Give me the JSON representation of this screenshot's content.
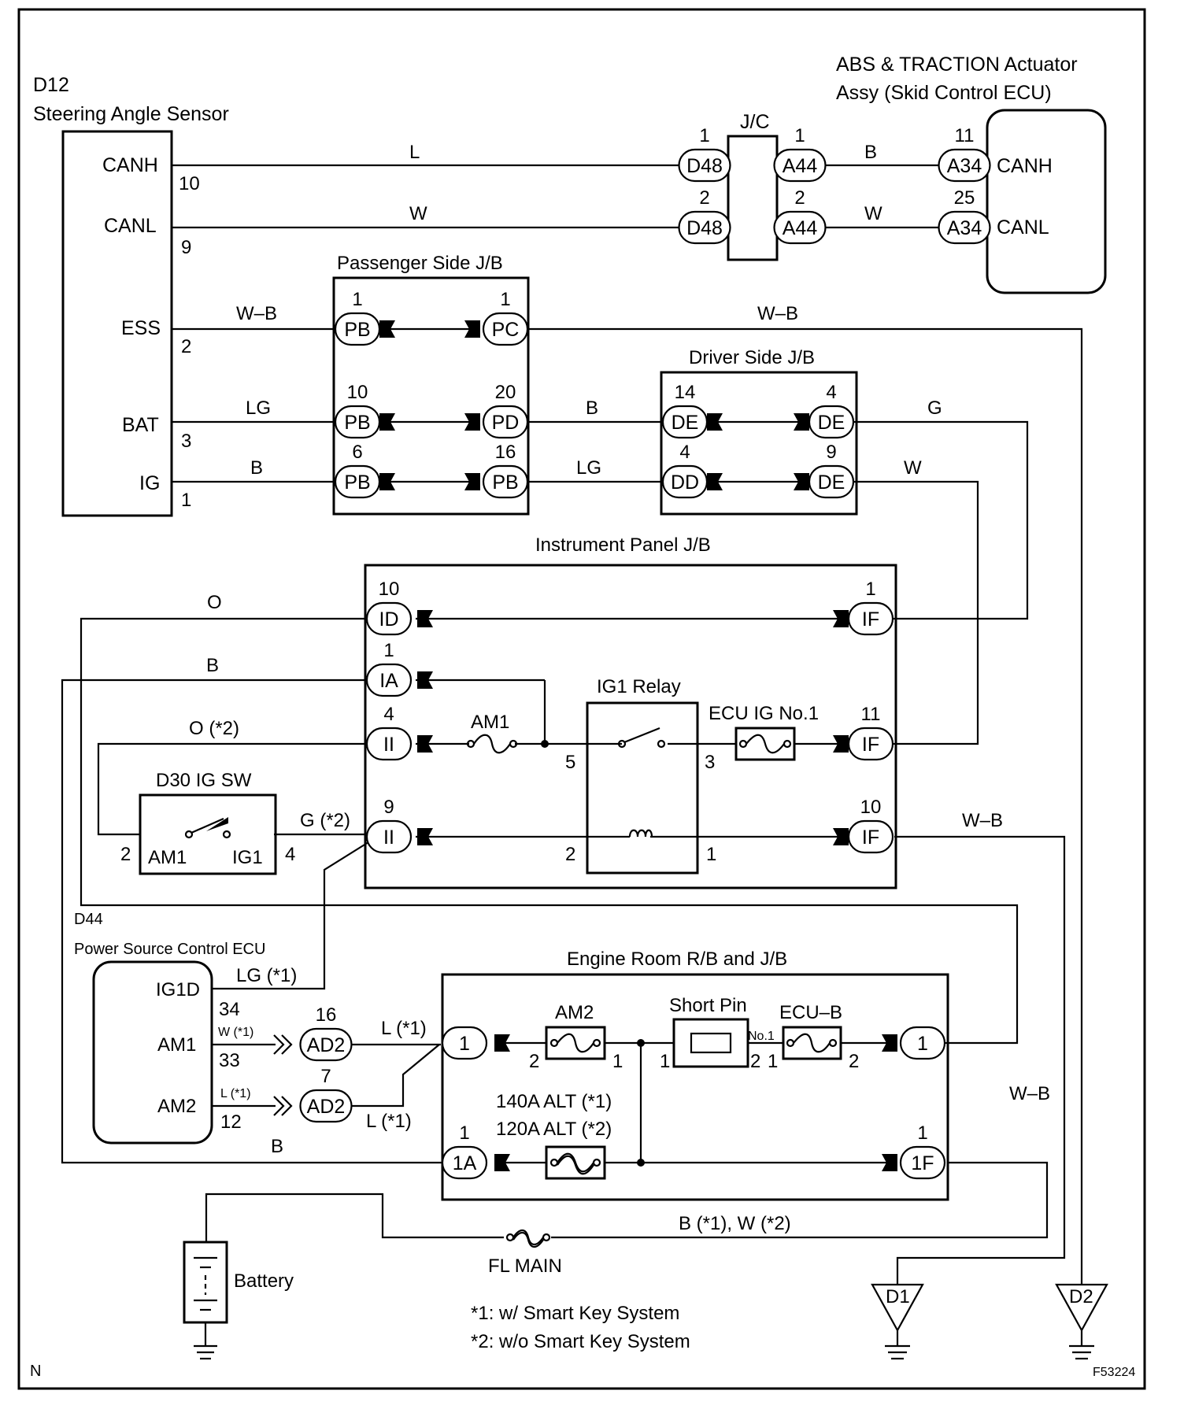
{
  "figure_code": "F53224",
  "corner_mark": "N",
  "components": {
    "steering_sensor": {
      "code": "D12",
      "name": "Steering Angle Sensor",
      "pins": [
        "CANH",
        "CANL",
        "ESS",
        "BAT",
        "IG"
      ],
      "pin_numbers": [
        "10",
        "9",
        "2",
        "3",
        "1"
      ]
    },
    "abs_actuator": {
      "line1": "ABS & TRACTION Actuator",
      "line2": "Assy (Skid Control ECU)",
      "pins": [
        "CANH",
        "CANL"
      ]
    },
    "jc": {
      "name": "J/C"
    },
    "passenger_jb": {
      "name": "Passenger Side J/B"
    },
    "driver_jb": {
      "name": "Driver Side J/B"
    },
    "instrument_jb": {
      "name": "Instrument Panel J/B"
    },
    "ig1_relay": {
      "name": "IG1 Relay"
    },
    "ig_sw": {
      "name": "D30 IG SW",
      "pin_left": "AM1",
      "pin_right": "IG1"
    },
    "power_ecu": {
      "code": "D44",
      "name": "Power Source Control ECU",
      "pins": [
        "IG1D",
        "AM1",
        "AM2"
      ]
    },
    "engine_rb": {
      "name": "Engine Room R/B and J/B"
    },
    "battery": {
      "name": "Battery"
    },
    "fl_main": {
      "name": "FL MAIN"
    }
  },
  "fuses": {
    "am1": "AM1",
    "ecu_ig": "ECU IG No.1",
    "am2": "AM2",
    "short_pin": "Short Pin",
    "no1": "No.1",
    "ecu_b": "ECU–B",
    "alt1": "140A ALT (*1)",
    "alt2": "120A ALT (*2)"
  },
  "connectors": [
    {
      "id": "D48",
      "pin": "1"
    },
    {
      "id": "D48",
      "pin": "2"
    },
    {
      "id": "A44",
      "pin": "1"
    },
    {
      "id": "A44",
      "pin": "2"
    },
    {
      "id": "A34",
      "pin": "11"
    },
    {
      "id": "A34",
      "pin": "25"
    },
    {
      "id": "PB",
      "pin": "1"
    },
    {
      "id": "PC",
      "pin": "1"
    },
    {
      "id": "PB",
      "pin": "10"
    },
    {
      "id": "PD",
      "pin": "20"
    },
    {
      "id": "PB",
      "pin": "6"
    },
    {
      "id": "PB",
      "pin": "16"
    },
    {
      "id": "DE",
      "pin": "14"
    },
    {
      "id": "DE",
      "pin": "4"
    },
    {
      "id": "DD",
      "pin": "4"
    },
    {
      "id": "DE",
      "pin": "9"
    },
    {
      "id": "ID",
      "pin": "10"
    },
    {
      "id": "IF",
      "pin": "1"
    },
    {
      "id": "IA",
      "pin": "1"
    },
    {
      "id": "II",
      "pin": "4"
    },
    {
      "id": "IF",
      "pin": "11"
    },
    {
      "id": "II",
      "pin": "9"
    },
    {
      "id": "IF",
      "pin": "10"
    },
    {
      "id": "AD2",
      "pin": "16"
    },
    {
      "id": "AD2",
      "pin": "7"
    },
    {
      "id": "1",
      "pin": ""
    },
    {
      "id": "1",
      "pin": ""
    },
    {
      "id": "1A",
      "pin": "1"
    },
    {
      "id": "1F",
      "pin": "1"
    }
  ],
  "wire_colors": {
    "canh": "L",
    "canl": "W",
    "canh_r": "B",
    "canl_r": "W",
    "ess": "W–B",
    "ess_r": "W–B",
    "bat": "LG",
    "bat_mid": "B",
    "bat_r": "G",
    "ig": "B",
    "ig_mid": "LG",
    "ig_r": "W",
    "o": "O",
    "b": "B",
    "o2": "O (*2)",
    "g2": "G (*2)",
    "wb_if10": "W–B",
    "lg1": "LG (*1)",
    "w1": "W (*1)",
    "l1_small": "L (*1)",
    "l1_a": "L (*1)",
    "l1_b": "L (*1)",
    "b_1a": "B",
    "wb_right": "W–B",
    "bw": "B (*1), W (*2)"
  },
  "relay_pins": [
    "5",
    "3",
    "2",
    "1"
  ],
  "ig_sw_pins": [
    "2",
    "4"
  ],
  "power_ecu_pins": [
    "34",
    "33",
    "12"
  ],
  "engine_pins": [
    "2",
    "1",
    "1",
    "2",
    "1",
    "2"
  ],
  "grounds": [
    "D1",
    "D2"
  ],
  "notes": [
    "*1: w/ Smart Key System",
    "*2: w/o Smart Key System"
  ]
}
